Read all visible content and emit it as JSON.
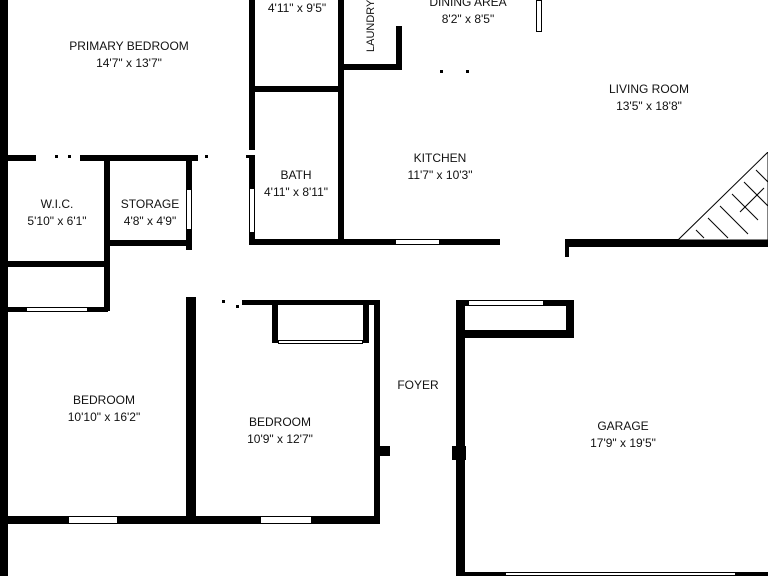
{
  "plan": {
    "colors": {
      "wall": "#000000",
      "background": "#ffffff",
      "text": "#111111"
    },
    "rooms": [
      {
        "id": "closet-top",
        "name": "",
        "dims": "4'11\" x 9'5\""
      },
      {
        "id": "laundry",
        "name": "LAUNDRY",
        "dims": ""
      },
      {
        "id": "dining-area",
        "name": "DINING AREA",
        "dims": "8'2\" x 8'5\""
      },
      {
        "id": "primary-bedroom",
        "name": "PRIMARY BEDROOM",
        "dims": "14'7\" x 13'7\""
      },
      {
        "id": "living-room",
        "name": "LIVING ROOM",
        "dims": "13'5\" x 18'8\""
      },
      {
        "id": "kitchen",
        "name": "KITCHEN",
        "dims": "11'7\" x 10'3\""
      },
      {
        "id": "bath",
        "name": "BATH",
        "dims": "4'11\" x 8'11\""
      },
      {
        "id": "wic",
        "name": "W.I.C.",
        "dims": "5'10\" x 6'1\""
      },
      {
        "id": "storage",
        "name": "STORAGE",
        "dims": "4'8\" x 4'9\""
      },
      {
        "id": "foyer",
        "name": "FOYER",
        "dims": ""
      },
      {
        "id": "bedroom-1",
        "name": "BEDROOM",
        "dims": "10'10\" x 16'2\""
      },
      {
        "id": "bedroom-2",
        "name": "BEDROOM",
        "dims": "10'9\" x 12'7\""
      },
      {
        "id": "garage",
        "name": "GARAGE",
        "dims": "17'9\" x 19'5\""
      }
    ]
  }
}
